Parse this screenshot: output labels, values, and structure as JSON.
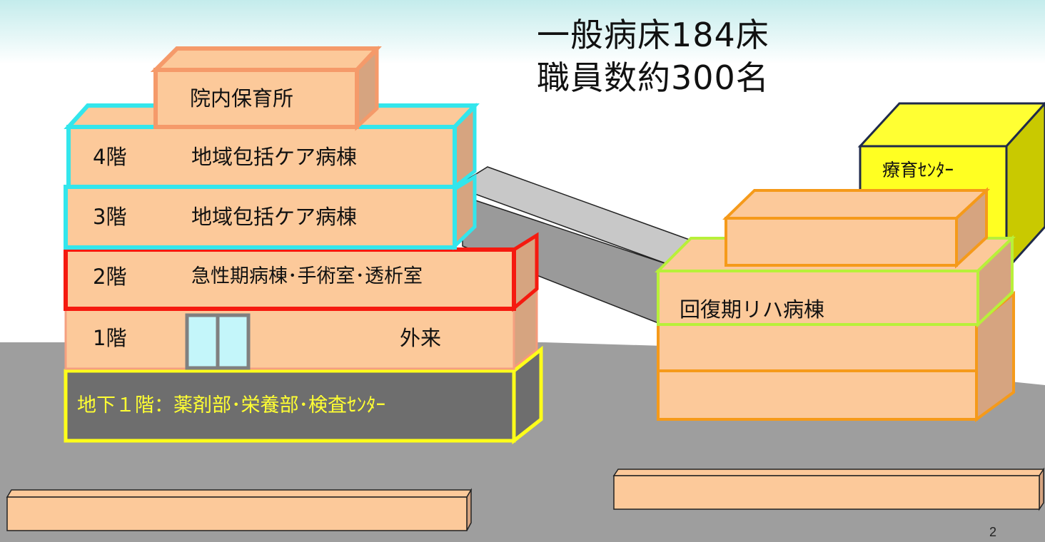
{
  "title": {
    "line1": "一般病床184床",
    "line2": "職員数約300名"
  },
  "main_building": {
    "nursery": "院内保育所",
    "floor4": {
      "floor": "4階",
      "ward": "地域包括ケア病棟"
    },
    "floor3": {
      "floor": "3階",
      "ward": "地域包括ケア病棟"
    },
    "floor2": {
      "floor": "2階",
      "ward": "急性期病棟･手術室･透析室"
    },
    "floor1": {
      "floor": "1階",
      "ward": "外来"
    },
    "basement": "地下１階：薬剤部･栄養部･検査ｾﾝﾀｰ"
  },
  "annex": {
    "rehab_ward": "回復期リハ病棟",
    "therapy_center": "療育ｾﾝﾀｰ"
  },
  "page_number": "2",
  "colors": {
    "floor_fill": "#fcc99a",
    "floor_side": "#d6a480",
    "cyan_border": "#33e6ec",
    "red_border": "#f51a0f",
    "yellow_border": "#ffff1a",
    "orange_border": "#f59a1a",
    "lime_border": "#b8f03a",
    "ground": "#9e9e9e",
    "basement_fill": "#6e6e6e",
    "basement_text": "#ffff33",
    "bridge_top": "#c8c8c8",
    "bridge_side": "#9a9a9a",
    "therapy_fill": "#ffff22",
    "therapy_side": "#c9c900"
  }
}
